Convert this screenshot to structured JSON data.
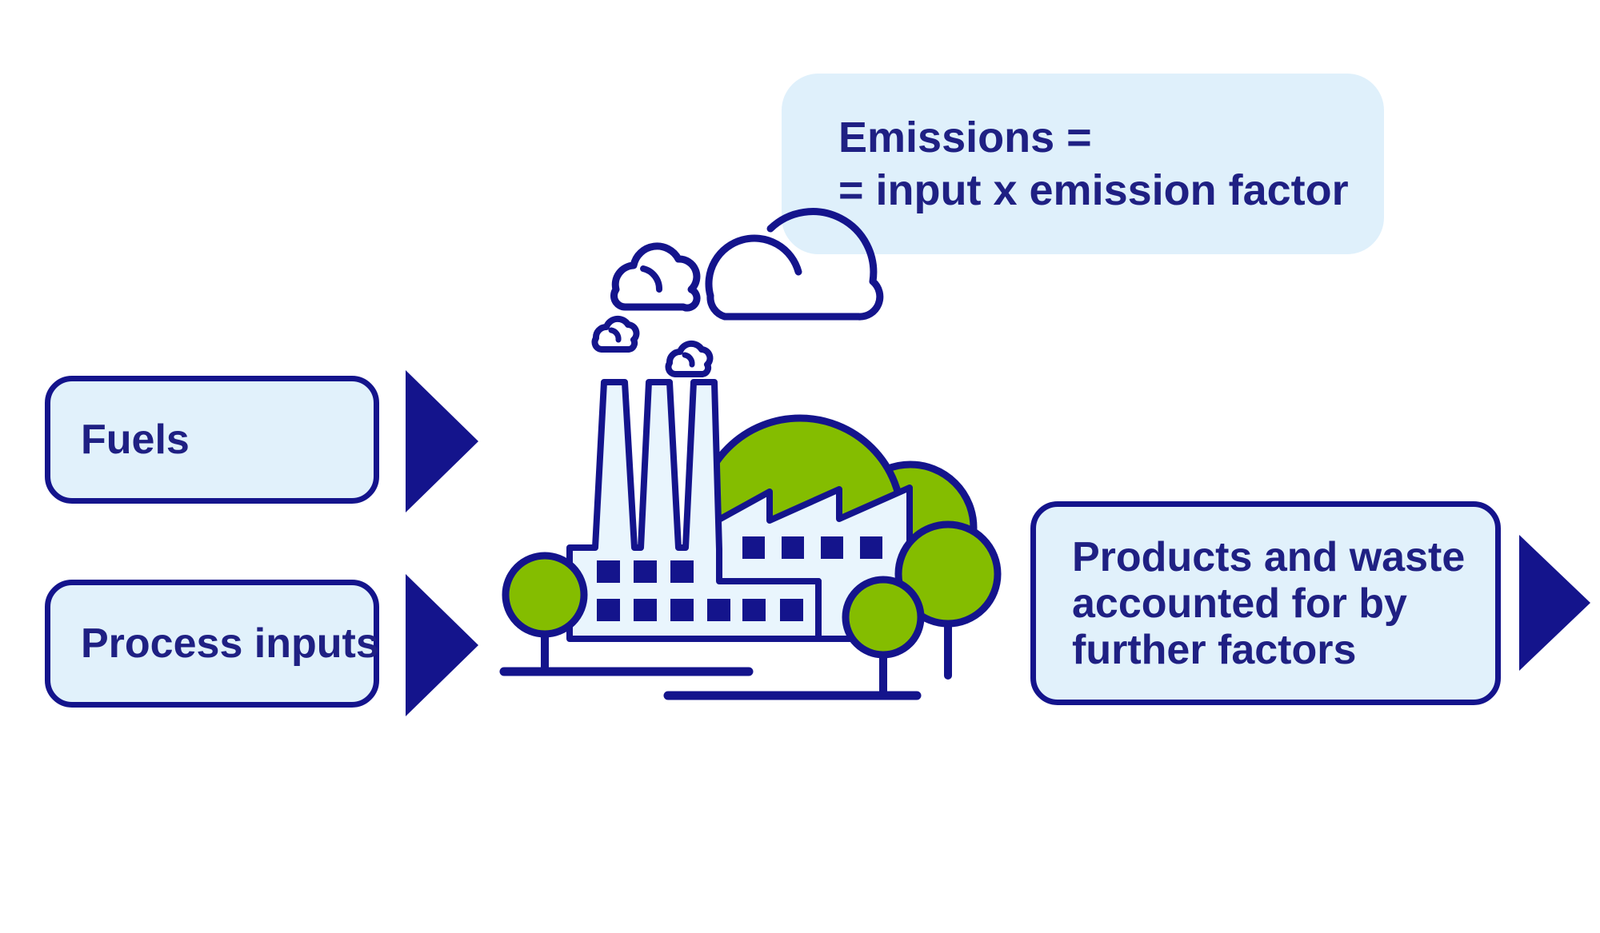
{
  "bubble": {
    "line1": "Emissions =",
    "line2": "= input x emission factor"
  },
  "inputs": [
    {
      "label": "Fuels"
    },
    {
      "label": "Process inputs"
    }
  ],
  "output": {
    "line1": "Products and waste",
    "line2": "accounted for by",
    "line3": "further factors"
  },
  "illustration": {
    "description": "factory with three chimneys, sawtooth-roof hall, clouds, smoke puffs, green trees and ground lines"
  },
  "colors": {
    "navy": "#14148C",
    "green": "#84BD00",
    "light_blue": "#E1F1FB",
    "bubble_blue": "#DFF0FB",
    "building_blue": "#E9F5FD",
    "text_navy": "#1F2083"
  }
}
